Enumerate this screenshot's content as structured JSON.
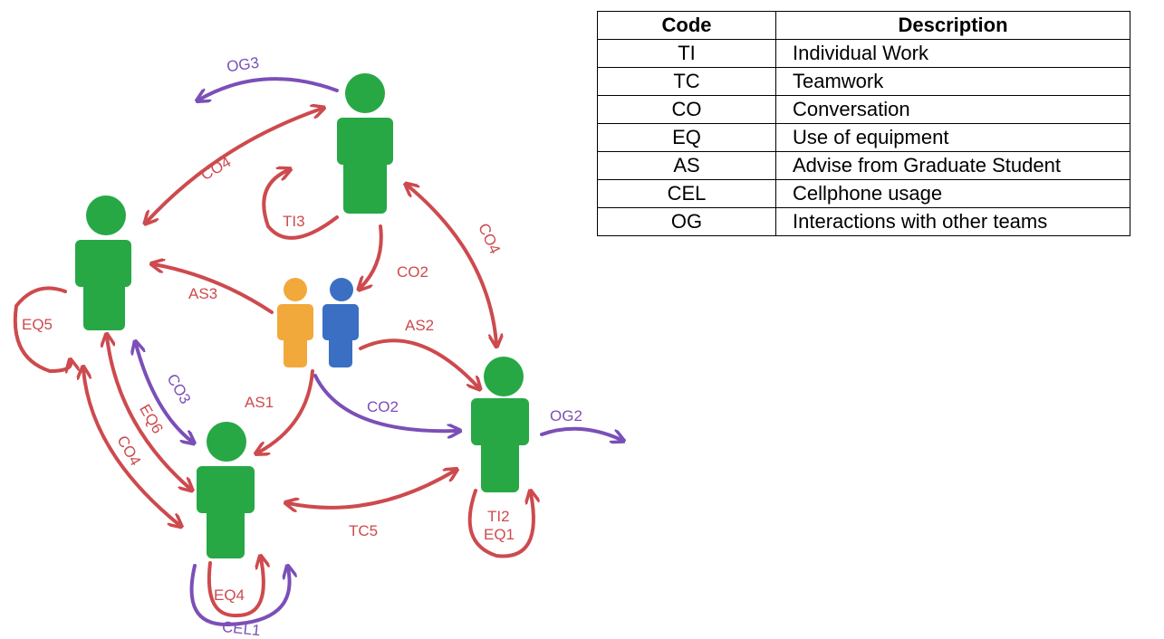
{
  "table": {
    "headers": {
      "code": "Code",
      "description": "Description"
    },
    "rows": [
      {
        "code": "TI",
        "description": "Individual Work"
      },
      {
        "code": "TC",
        "description": "Teamwork"
      },
      {
        "code": "CO",
        "description": "Conversation"
      },
      {
        "code": "EQ",
        "description": "Use of equipment"
      },
      {
        "code": "AS",
        "description": "Advise from Graduate Student"
      },
      {
        "code": "CEL",
        "description": "Cellphone usage"
      },
      {
        "code": "OG",
        "description": "Interactions with other teams"
      }
    ]
  },
  "diagram": {
    "colors": {
      "student": "#27a845",
      "red_arrow": "#cd4a4e",
      "purple_arrow": "#7b4fb8",
      "grad_orange": "#f2a93b",
      "grad_blue": "#3a6fc4"
    },
    "labels": {
      "og3": "OG3",
      "co4_top": "CO4",
      "ti3": "TI3",
      "co4_right": "CO4",
      "co2_top": "CO2",
      "as3": "AS3",
      "as2": "AS2",
      "eq5": "EQ5",
      "co3": "CO3",
      "eq6": "EQ6",
      "as1": "AS1",
      "co2_bottom": "CO2",
      "og2": "OG2",
      "co4_left": "CO4",
      "tc5": "TC5",
      "ti2": "TI2",
      "eq1": "EQ1",
      "eq4": "EQ4",
      "cel1": "CEL1"
    }
  }
}
